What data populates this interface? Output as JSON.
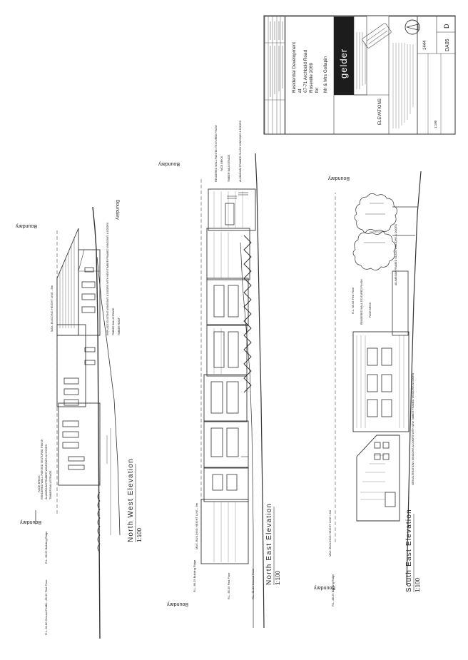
{
  "title_block": {
    "project_title": "Residential Development",
    "project_of": "at",
    "project_address": "67-71 Archbold Road",
    "project_suburb": "Roseville 2069",
    "project_for": "for",
    "client": "Mr & Mrs Gollapin",
    "firm": "gelder",
    "sheet_title": "ELEVATIONS",
    "project_number": "1444",
    "drawing_number": "DA05",
    "revision": "D",
    "scale": "1:100"
  },
  "elevations": [
    {
      "id": "nw",
      "title": "North West Elevation",
      "scale": "1:100"
    },
    {
      "id": "ne",
      "title": "North East Elevation",
      "scale": "1:100"
    },
    {
      "id": "se",
      "title": "South East Elevation",
      "scale": "1:100"
    }
  ],
  "boundary_label": "Boundary",
  "notes": {
    "nw_max_height": "MAX. BUILDING HEIGHT LINE - 8m",
    "nw_face_brick": "FACE BRICK",
    "nw_rendered": "RENDERED WALL PAINTED TEXTURED FINISH",
    "nw_aluminium": "ALUMINIUM FRAMED WINDOWS & DOORS",
    "nw_timber_balustrade": "TIMBER BALUSTRADE",
    "nw_replace": "REPLACE EXISTING WINDOWS & DOORS WITH NEW TIMBER FRAMED WINDOWS & DOORS",
    "nw_timber_balustrade_2": "TIMBER BALUSTRADE",
    "nw_timber_roof": "TIMBER ROOF",
    "nw_rl_ridge": "R.L. 88.25 Building Ridge",
    "nw_rl_floor": "R.L. 85.05 First Floor",
    "nw_rl_ground": "R.L. 81.80 Ground Floor",
    "ne_max_height": "MAX. BUILDING HEIGHT LINE - 8m",
    "ne_rendered": "RENDERED WALL PAINTED TEXTURED FINISH",
    "ne_face_brick": "FACE BRICK",
    "ne_timber_balustrade": "TIMBER BALUSTRADE",
    "ne_aluminium": "ALUMINIUM FRAMED GLASS WINDOWS & DOORS",
    "ne_rl_ridge": "R.L. 88.25 Building Ridge",
    "ne_rl_first": "R.L. 85.05 First Floor",
    "ne_rl_ground": "R.L. 81.80 Ground Floor",
    "se_max_height": "MAX. BUILDING HEIGHT LINE - 8m",
    "se_rendered": "RENDERED WALL TEXTURED FINISH",
    "se_face_brick": "FACE BRICK",
    "se_aluminium": "ALUMINIUM FRAMED GLASS WINDOWS & DOORS",
    "se_replace": "NEW ALTERATIONS WINDOWS & DOORS WITH NEW TIMBER FRAMED WINDOWS & DOORS",
    "se_rl_ridge": "R.L. 88.25 Building Ridge",
    "se_rl_first": "R.L. 85.05 First Floor"
  },
  "colors": {
    "ink": "#222222",
    "dark_block": "#1c1c1c",
    "paper": "#ffffff"
  }
}
